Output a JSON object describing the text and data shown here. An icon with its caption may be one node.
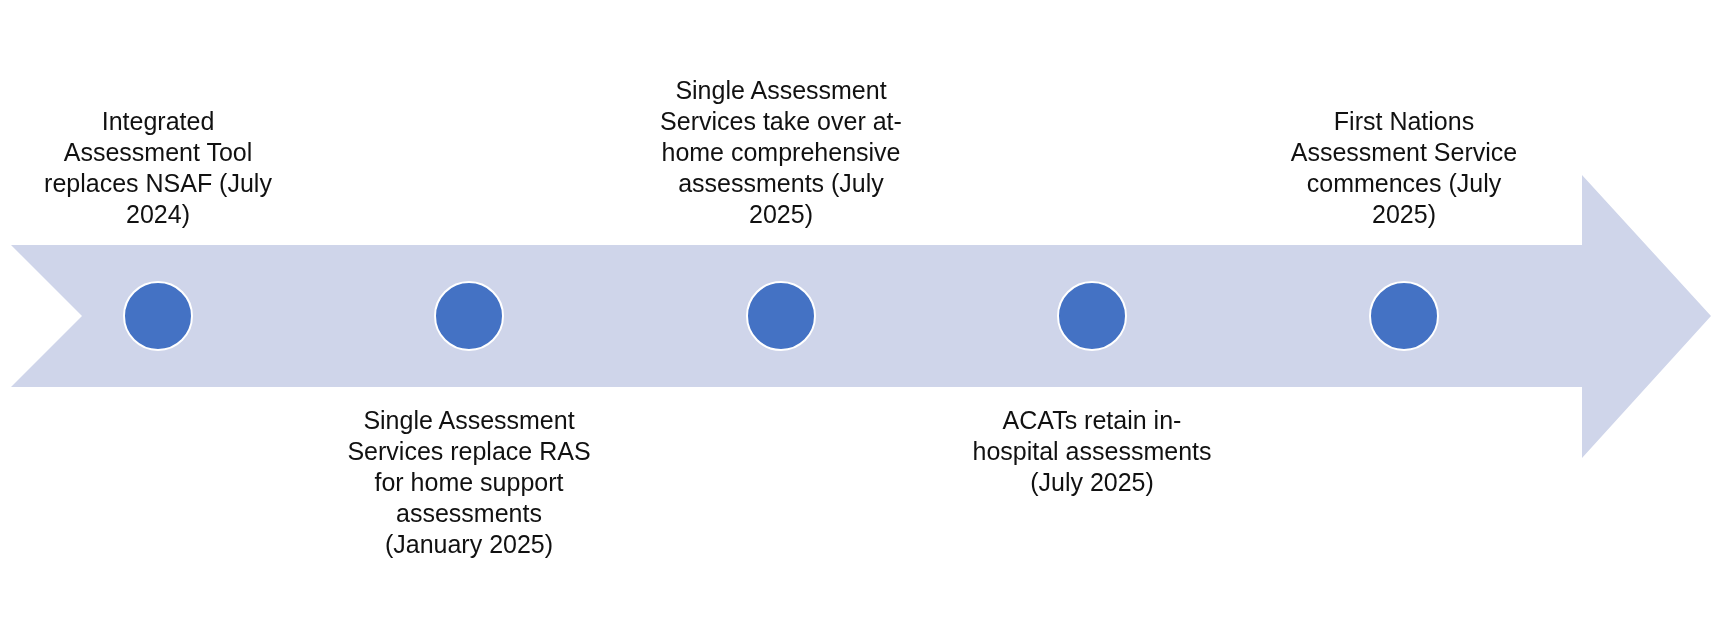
{
  "diagram": {
    "nodes": [
      {
        "text": [],
        "shape": "arrow"
      },
      {
        "text": [],
        "shape": "circle",
        "in": 0,
        "beside": [
          "Integrated Assessment Tool replaces NSAF (July 2024)"
        ]
      },
      {
        "text": [],
        "shape": "circle",
        "in": 0,
        "beside": [
          "Single Assessment Services replace RAS for home support assessments (January 2025)"
        ]
      },
      {
        "text": [],
        "shape": "circle",
        "in": 0,
        "beside": [
          "Single Assessment Services take over at-home comprehensive assessments (July 2025)"
        ]
      },
      {
        "text": [],
        "shape": "circle",
        "in": 0,
        "beside": [
          "ACATs retain in-hospital assessments (July 2025)"
        ]
      },
      {
        "text": [],
        "shape": "circle",
        "in": 0,
        "beside": [
          "First Nations Assessment Service commences (July 2025)"
        ]
      }
    ]
  }
}
